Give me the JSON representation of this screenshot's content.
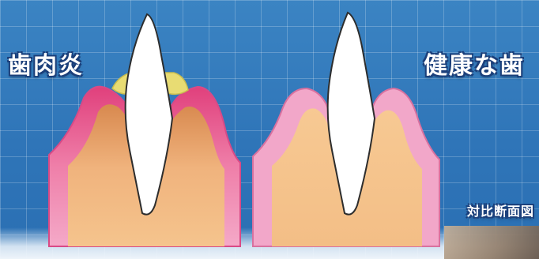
{
  "labels": {
    "gingivitis": "歯肉炎",
    "healthy": "健康な歯",
    "caption": "対比断面図"
  },
  "colors": {
    "background": "#3079bb",
    "gum_pink": "#f2a7c9",
    "gum_inflamed": "#e24f87",
    "bone_tan": "#f5c48d",
    "tooth_white": "#ffffff",
    "plaque_yellow": "#e8dc73"
  }
}
